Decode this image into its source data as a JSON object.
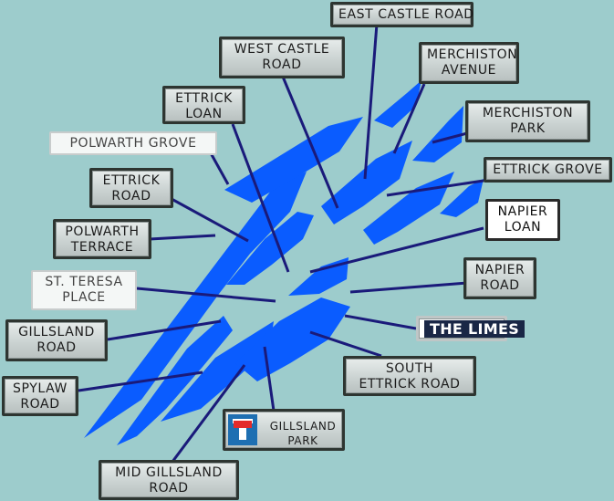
{
  "labels": {
    "east_castle_road": "EAST CASTLE ROAD",
    "west_castle_road": [
      "WEST CASTLE",
      "ROAD"
    ],
    "merchiston_avenue": [
      "MERCHISTON",
      "AVENUE"
    ],
    "ettrick_loan": [
      "ETTRICK",
      "LOAN"
    ],
    "merchiston_park": [
      "MERCHISTON",
      "PARK"
    ],
    "polwarth_grove": "POLWARTH GROVE",
    "ettrick_grove": "ETTRICK GROVE",
    "ettrick_road": [
      "ETTRICK",
      "ROAD"
    ],
    "napier_loan": [
      "NAPIER",
      "LOAN"
    ],
    "polwarth_terrace": [
      "POLWARTH",
      "TERRACE"
    ],
    "napier_road": [
      "NAPIER",
      "ROAD"
    ],
    "st_teresa_place": [
      "ST. TERESA",
      "PLACE"
    ],
    "the_limes": "THE LIMES",
    "gillsland_road": [
      "GILLSLAND",
      "ROAD"
    ],
    "south_ettrick_road": [
      "SOUTH",
      "ETTRICK ROAD"
    ],
    "spylaw_road": [
      "SPYLAW",
      "ROAD"
    ],
    "gillsland_park": [
      "GILLSLAND",
      "PARK"
    ],
    "mid_gillsland_road": [
      "MID GILLSLAND",
      "ROAD"
    ]
  },
  "colors": {
    "background": "#9dcccc",
    "blocks": "#0a5cff",
    "leader_lines": "#1a1a7a"
  },
  "icons": {
    "gillsland_park_sign": "no-through-road-icon"
  }
}
